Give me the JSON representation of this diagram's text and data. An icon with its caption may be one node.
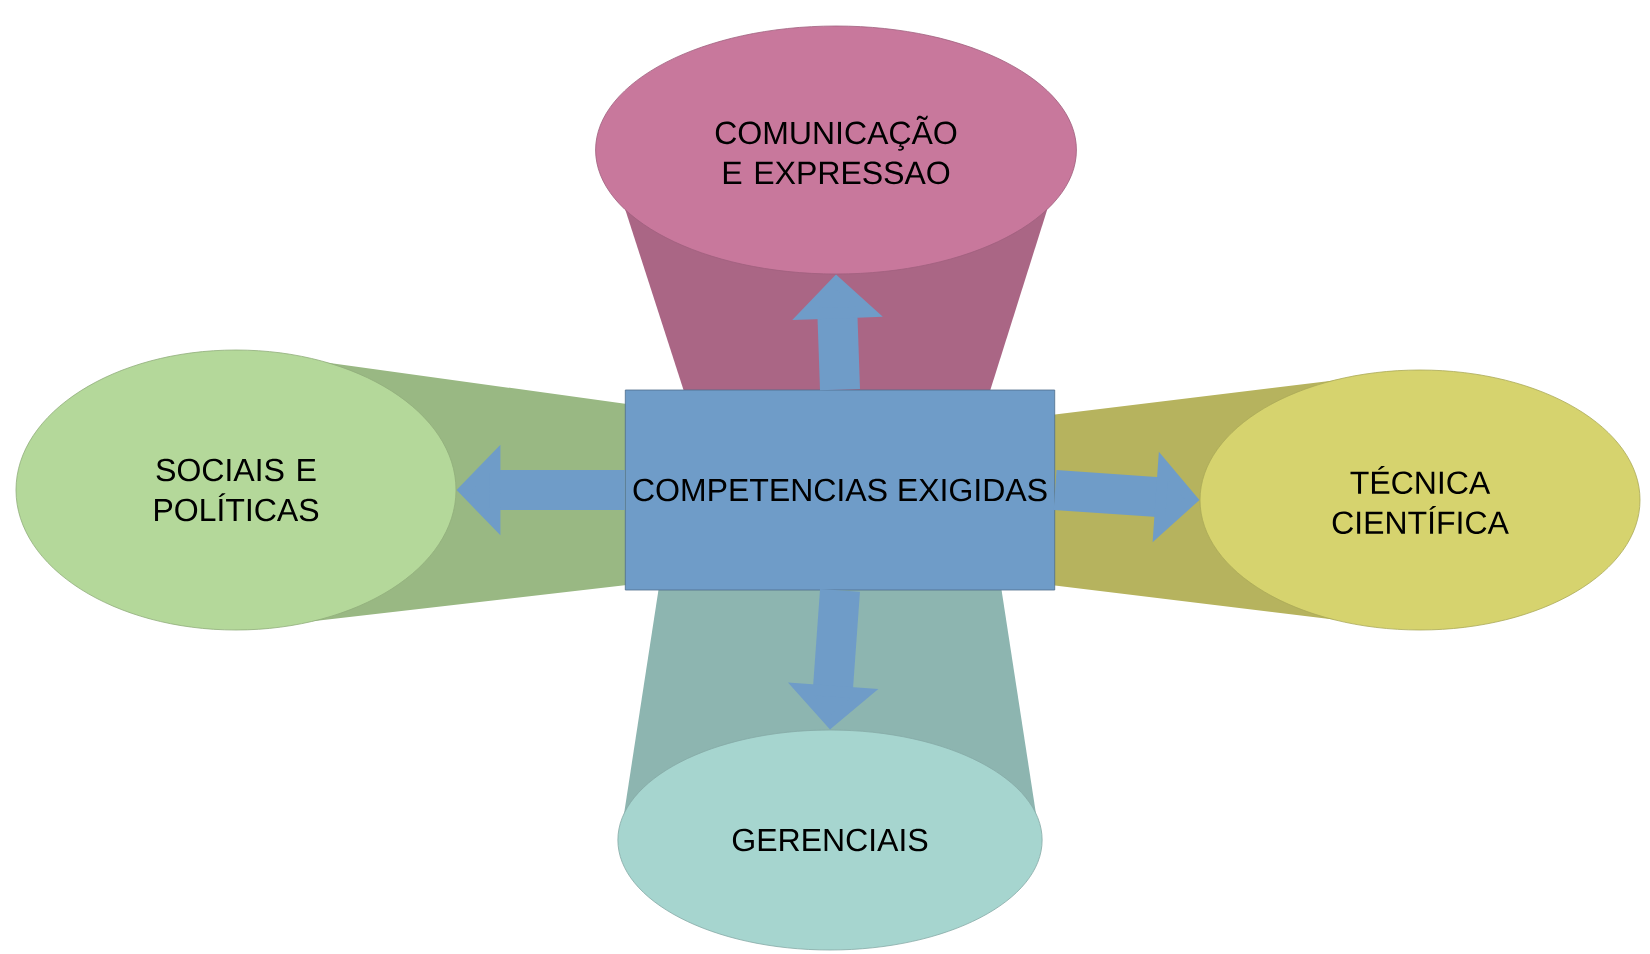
{
  "diagram": {
    "nodes": [
      {
        "text": [
          "COMPETENCIAS EXIGIDAS"
        ]
      },
      {
        "text": [
          "COMUNICAÇÃO E EXPRESSAO"
        ]
      },
      {
        "text": [
          "SOCIAIS E POLÍTICAS"
        ]
      },
      {
        "text": [
          "TÉCNICA CIENTÍFICA"
        ]
      },
      {
        "text": [
          "GERENCIAIS"
        ]
      }
    ],
    "edges": [
      {
        "from": 0,
        "to": 1,
        "arrow": "to"
      },
      {
        "from": 0,
        "to": 2,
        "arrow": "to"
      },
      {
        "from": 0,
        "to": 3,
        "arrow": "to"
      },
      {
        "from": 0,
        "to": 4,
        "arrow": "to"
      }
    ]
  }
}
